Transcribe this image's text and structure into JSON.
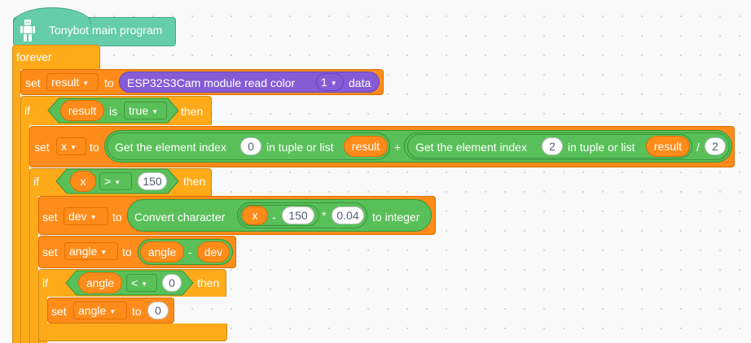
{
  "hat": {
    "label": "Tonybot main program",
    "icon": "robot-icon"
  },
  "forever": {
    "label": "forever"
  },
  "block_set_result": {
    "set": "set",
    "var": "result",
    "to": "to",
    "reporter": {
      "label": "ESP32S3Cam module read color",
      "option": "1",
      "suffix": "data"
    }
  },
  "if_1": {
    "keyword": "if",
    "var": "result",
    "is": "is",
    "bool_value": "true",
    "then": "then"
  },
  "block_set_x": {
    "set": "set",
    "var": "x",
    "to": "to",
    "left": {
      "label": "Get the element index",
      "index": "0",
      "mid": "in tuple or list",
      "var": "result"
    },
    "plus": "+",
    "right": {
      "label": "Get the element index",
      "index": "2",
      "mid": "in tuple or list",
      "var": "result"
    },
    "div": "/",
    "divisor": "2"
  },
  "if_2": {
    "keyword": "if",
    "var": "x",
    "operator": ">",
    "value": "150",
    "then": "then"
  },
  "block_set_dev": {
    "set": "set",
    "var": "dev",
    "to": "to",
    "label": "Convert character",
    "x": "x",
    "minus": "-",
    "sub": "150",
    "times": "*",
    "factor": "0.04",
    "suffix": "to integer"
  },
  "block_set_angle": {
    "set": "set",
    "var": "angle",
    "to": "to",
    "left": "angle",
    "minus": "-",
    "right": "dev"
  },
  "if_3": {
    "keyword": "if",
    "var": "angle",
    "operator": "<",
    "value": "0",
    "then": "then"
  },
  "block_set_angle_zero": {
    "set": "set",
    "var": "angle",
    "to": "to",
    "value": "0"
  },
  "colors": {
    "events": "#66cdaa",
    "control": "#ffab19",
    "variables": "#ff8c1a",
    "operators": "#59c059",
    "extension": "#855cd6",
    "background": "#f9f9f9"
  }
}
